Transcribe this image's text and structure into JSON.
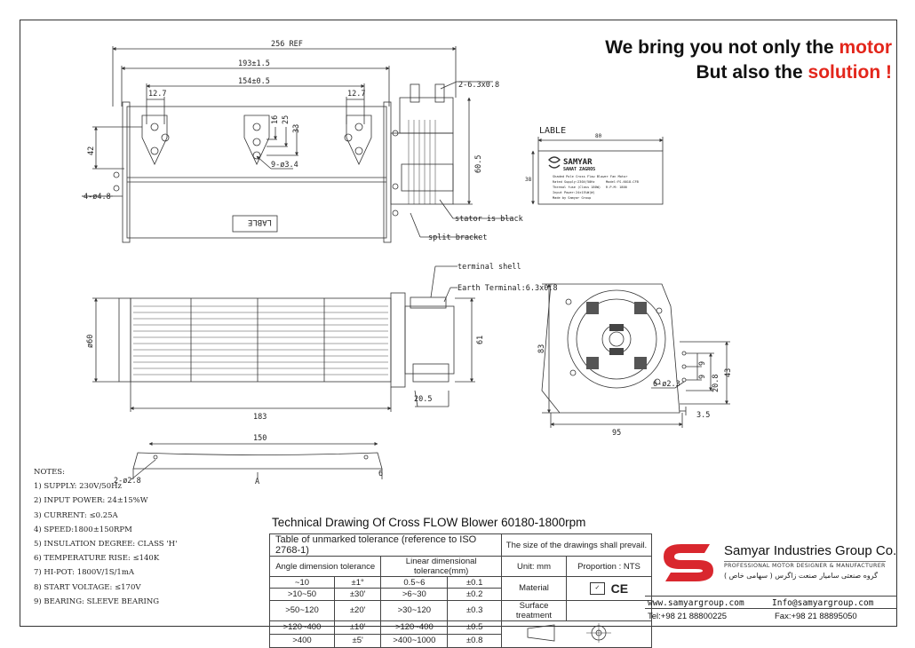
{
  "slogan": {
    "line1_a": "We bring you not only the ",
    "line1_b": "motor",
    "line2_a": "But also the ",
    "line2_b": "solution !",
    "accent": "#e3261b"
  },
  "drawing": {
    "dim_256": "256 REF",
    "dim_193": "193±1.5",
    "dim_154": "154±0.5",
    "dim_12_7a": "12.7",
    "dim_12_7b": "12.7",
    "dim_16": "16",
    "dim_25": "25",
    "dim_33": "33",
    "dim_42": "42",
    "dim_60_5": "60.5",
    "dim_terminal": "2-6.3x0.8",
    "dim_holes_9": "9-ø3.4",
    "dim_holes_4": "4-ø4.8",
    "label_box": "LABLE",
    "note_stator": "stator is black",
    "note_bracket": "split bracket",
    "note_terminal_shell": "terminal shell",
    "note_earth": "Earth Terminal:6.3x0.8",
    "dim_60": "ø60",
    "dim_61": "61",
    "dim_20_5": "20.5",
    "dim_183": "183",
    "dim_150": "150",
    "dim_2_2_8": "2-ø2.8",
    "dim_A": "A",
    "dim_6": "6",
    "dim_83": "83",
    "dim_95": "95",
    "dim_43": "43",
    "dim_20_8": "20.8",
    "dim_9a": "9",
    "dim_9b": "9",
    "dim_6_2_3": "6-ø2.3",
    "dim_3_5": "3.5"
  },
  "label_sheet": {
    "title": "LABLE",
    "width": "80",
    "height": "38",
    "brand": "SAMYAR",
    "brand_sub": "SANAT ZAGROS",
    "line1": "Shaded Pole Cross Flow Blower Fan Motor",
    "line2a": "Rated Supply:230V/50Hz",
    "line2b": "Model:FS-6018-CFB",
    "line3a": "Thermal fuse (Class 180W)",
    "line3b": "R.P.M: 1800",
    "line4": "Input Power:24±15%W(W)",
    "line5": "Made by Samyar Group"
  },
  "notes": {
    "title": "NOTES:",
    "items": [
      "1) SUPPLY: 230V/50Hz",
      "2) INPUT POWER: 24±15%W",
      "3) CURRENT: ≤0.25A",
      "4) SPEED:1800±150RPM",
      "5) INSULATION DEGREE: CLASS 'H'",
      "6) TEMPERATURE RISE: ≤140K",
      "7) HI-POT: 1800V/1S/1mA",
      "8) START VOLTAGE: ≤170V",
      "9) BEARING: SLEEVE BEARING"
    ]
  },
  "tolerance": {
    "title": "Technical Drawing Of Cross FLOW Blower 60180-1800rpm",
    "caption": "Table of unmarked tolerance (reference to ISO 2768-1)",
    "angle_header": "Angle dimension tolerance",
    "linear_header": "Linear dimensional tolerance(mm)",
    "rows": [
      [
        "~10",
        "±1°",
        "0.5~6",
        "±0.1"
      ],
      [
        ">10~50",
        "±30'",
        ">6~30",
        "±0.2"
      ],
      [
        ">50~120",
        "±20'",
        ">30~120",
        "±0.3"
      ],
      [
        ">120~400",
        "±10'",
        ">120~400",
        "±0.5"
      ],
      [
        ">400",
        "±5'",
        ">400~1000",
        "±0.8"
      ]
    ],
    "prevail": "The size of the drawings shall prevail.",
    "unit": "Unit: mm",
    "proportion": "Proportion : NTS",
    "material": "Material",
    "surface": "Surface treatment",
    "ce": "CE"
  },
  "company": {
    "name": "Samyar Industries Group Co.",
    "tagline": "PROFESSIONAL MOTOR DESIGNER & MANUFACTURER",
    "persian": "گروه صنعتی سامیار صنعت زاگرس ( سهامی خاص )",
    "website": "www.samyargroup.com",
    "email": "Info@samyargroup.com",
    "tel": "Tel:+98 21 88800225",
    "fax": "Fax:+98 21 88895050",
    "logo_color": "#d9272e"
  }
}
